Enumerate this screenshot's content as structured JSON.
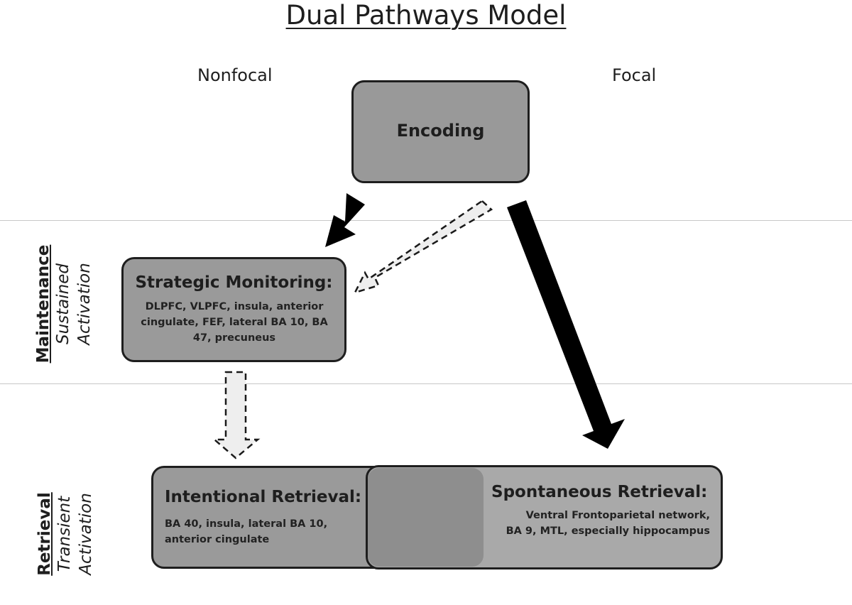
{
  "title": "Dual Pathways Model",
  "columns": {
    "left": "Nonfocal",
    "right": "Focal"
  },
  "rows": {
    "maintenance": {
      "label": "Maintenance",
      "sub1": "Sustained",
      "sub2": "Activation"
    },
    "retrieval": {
      "label": "Retrieval",
      "sub1": "Transient",
      "sub2": "Activation"
    }
  },
  "nodes": {
    "encoding": {
      "label": "Encoding"
    },
    "monitoring": {
      "title": "Strategic Monitoring:",
      "detail": "DLPFC, VLPFC, insula, anterior cingulate, FEF, lateral BA 10, BA 47,  precuneus"
    },
    "intentional": {
      "title": "Intentional Retrieval:",
      "detail": "BA 40, insula, lateral BA 10, anterior cingulate"
    },
    "spontaneous": {
      "title": "Spontaneous Retrieval:",
      "line1": "Ventral Frontoparietal network,",
      "line2": "BA 9, MTL, especially hippocampus"
    }
  },
  "colors": {
    "box": "#9a9a9a",
    "overlap": "#8e8e8e",
    "solid_arrow": "#000000",
    "dashed_arrow_fill": "#eeeeee"
  }
}
